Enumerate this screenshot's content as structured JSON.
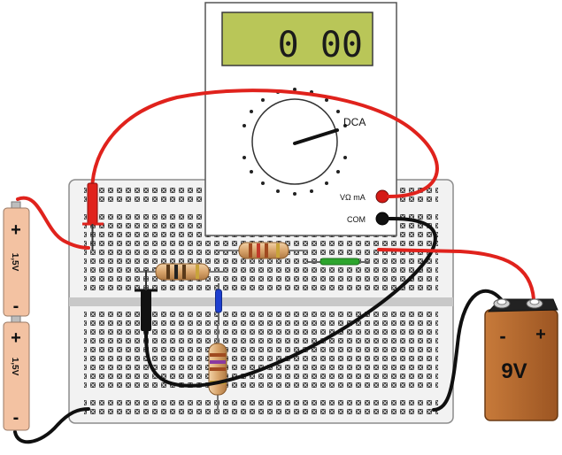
{
  "multimeter": {
    "display": "0 00",
    "mode_label": "DCA",
    "port_v_ohm_ma": "VΩ mA",
    "port_com": "COM"
  },
  "battery_9v": {
    "label": "9V",
    "minus": "-",
    "plus": "+"
  },
  "cells": [
    {
      "voltage": "1,5V",
      "plus": "+",
      "minus": "-"
    },
    {
      "voltage": "1,5V",
      "plus": "+",
      "minus": "-"
    }
  ],
  "colors": {
    "wire_red": "#e0221c",
    "wire_black": "#101010",
    "lcd_green": "#b9c658",
    "battery_brown": "#b1662c",
    "cell_peach": "#f3c2a2",
    "breadboard": "#f2f2f2"
  }
}
